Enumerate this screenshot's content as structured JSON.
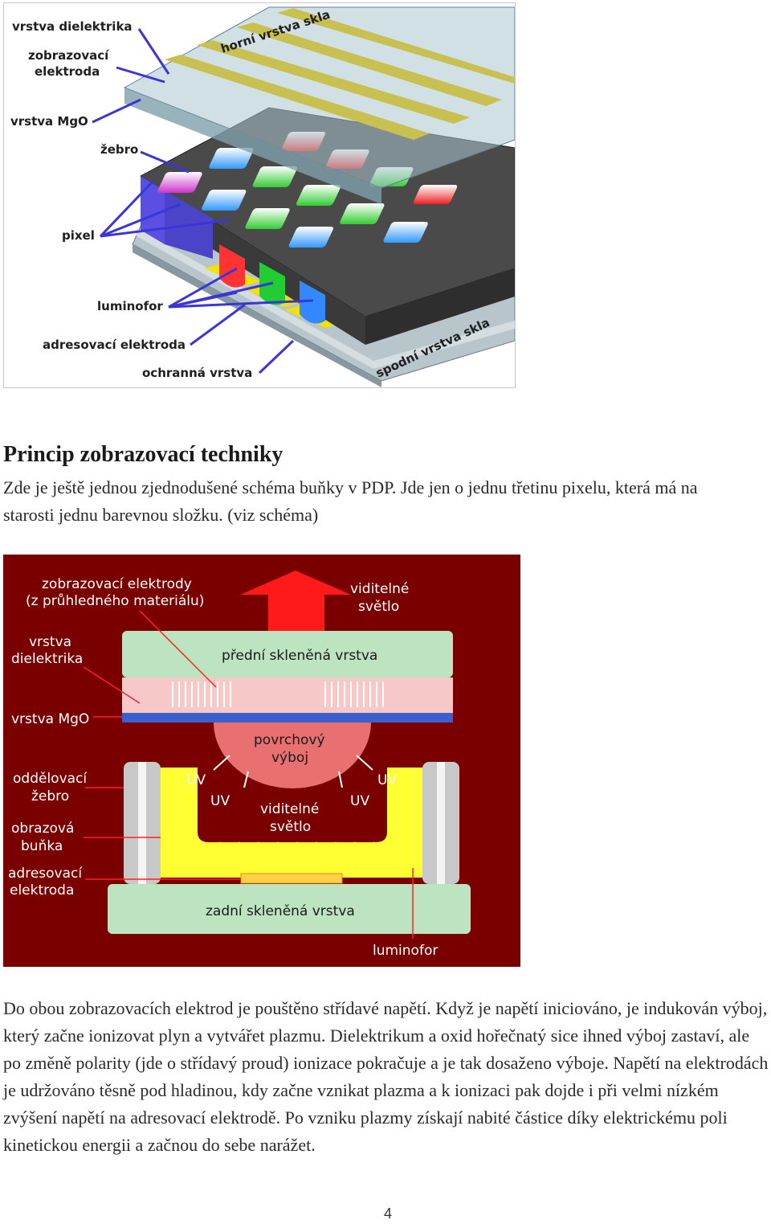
{
  "figure1": {
    "labels": {
      "dielectric_layer": "vrstva dielektrika",
      "display_electrode_1": "zobrazovací",
      "display_electrode_2": "elektroda",
      "mgo_layer": "vrstva MgO",
      "rib": "žebro",
      "pixel": "pixel",
      "phosphor": "luminofor",
      "address_electrode": "adresovací elektroda",
      "protective_layer": "ochranná vrstva",
      "top_glass": "horní vrstva skla",
      "bottom_glass": "spodní vrstva skla"
    }
  },
  "heading": "Princip zobrazovací techniky",
  "intro": "Zde je ještě jednou zjednodušené schéma buňky v PDP. Jde jen o jednu třetinu pixelu, která má na starosti jednu barevnou složku. (viz schéma)",
  "figure2": {
    "labels": {
      "display_electrodes_1": "zobrazovací elektrody",
      "display_electrodes_2": "(z průhledného materiálu)",
      "visible_light_top_1": "viditelné",
      "visible_light_top_2": "světlo",
      "dielectric_1": "vrstva",
      "dielectric_2": "dielektrika",
      "front_glass": "přední skleněná vrstva",
      "mgo": "vrstva MgO",
      "surface_discharge_1": "povrchový",
      "surface_discharge_2": "výboj",
      "separating_rib_1": "oddělovací",
      "separating_rib_2": "žebro",
      "uv_1": "UV",
      "uv_2": "UV",
      "uv_3": "UV",
      "uv_4": "UV",
      "visible_light_mid_1": "viditelné",
      "visible_light_mid_2": "světlo",
      "display_cell_1": "obrazová",
      "display_cell_2": "buňka",
      "address_electrode_1": "adresovací",
      "address_electrode_2": "elektroda",
      "rear_glass": "zadní skleněná vrstva",
      "phosphor": "luminofor"
    }
  },
  "body_text": "Do obou zobrazovacích elektrod je pouštěno střídavé napětí. Když je napětí iniciováno, je indukován výboj, který začne ionizovat plyn a vytvářet plazmu. Dielektrikum a oxid hořečnatý sice ihned výboj zastaví, ale po změně polarity (jde o střídavý proud) ionizace pokračuje a je tak dosaženo výboje. Napětí na elektrodách je udržováno těsně pod hladinou, kdy začne vznikat plazma a k ionizaci pak dojde i při velmi nízkém zvýšení napětí na adresovací elektrodě. Po vzniku plazmy získají nabité částice díky elektrickému poli kinetickou energii a začnou do sebe narážet.",
  "page_number": "4"
}
